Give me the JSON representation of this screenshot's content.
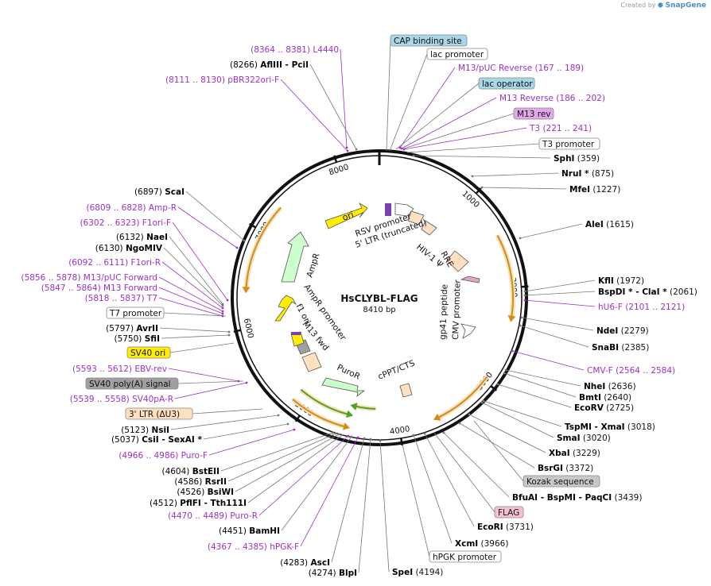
{
  "credit": {
    "prefix": "Created by",
    "brand": "SnapGene"
  },
  "plasmid": {
    "name": "HsCLYBL-FLAG",
    "size_label": "8410 bp",
    "length": 8410
  },
  "colors": {
    "primer": "#9b30c8",
    "site": "#000000",
    "leader": "#555555",
    "ori": "#ffee00",
    "marker": "#ccffcc",
    "promoter": "#ffffff",
    "ltr": "#ffe0c0",
    "misc_grey": "#a0a0a0",
    "protein_bind": "#a8d8e8",
    "primer_bind": "#e0a8e8",
    "flag": "#f5c0d0",
    "kozak": "#c8c8c8",
    "orange_arrow": "#d68a1a",
    "green_arrow": "#55a020"
  },
  "ticks": [
    "1000",
    "2000",
    "3000",
    "4000",
    "5000",
    "6000",
    "7000",
    "8000"
  ],
  "features": [
    {
      "id": "ori",
      "label": "ori",
      "type": "ori"
    },
    {
      "id": "rsv",
      "label": "RSV promoter",
      "type": "promoter"
    },
    {
      "id": "ltr5",
      "label": "5' LTR (truncated)",
      "type": "ltr"
    },
    {
      "id": "hiv",
      "label": "HIV-1 Ψ",
      "type": "misc"
    },
    {
      "id": "rre",
      "label": "RRE",
      "type": "ltr"
    },
    {
      "id": "gp41",
      "label": "gp41 peptide",
      "type": "misc"
    },
    {
      "id": "cmv",
      "label": "CMV promoter",
      "type": "promoter"
    },
    {
      "id": "cppt",
      "label": "cPPT/CTS",
      "type": "ltr"
    },
    {
      "id": "puro",
      "label": "PuroR",
      "type": "marker"
    },
    {
      "id": "m13fwd",
      "label": "M13 fwd",
      "type": "primer_bind"
    },
    {
      "id": "f1ori",
      "label": "f1 ori",
      "type": "ori"
    },
    {
      "id": "amprp",
      "label": "AmpR promoter",
      "type": "promoter"
    },
    {
      "id": "ampr",
      "label": "AmpR",
      "type": "marker"
    }
  ],
  "labels": [
    {
      "id": "L4440",
      "pos": "(8364 .. 8381)",
      "name": "L4440",
      "kind": "primer"
    },
    {
      "id": "PciI",
      "pos": "(8266)",
      "name": "AflIII  -  PciI",
      "kind": "site"
    },
    {
      "id": "pBR",
      "pos": "(8111 .. 8130)",
      "name": "pBR322ori-F",
      "kind": "primer"
    },
    {
      "id": "ScaI",
      "pos": "(6897)",
      "name": "ScaI",
      "kind": "site"
    },
    {
      "id": "AmpR-p",
      "pos": "(6809 .. 6828)",
      "name": "Amp-R",
      "kind": "primer"
    },
    {
      "id": "F1oriF",
      "pos": "(6302 .. 6323)",
      "name": "F1ori-F",
      "kind": "primer"
    },
    {
      "id": "NaeI",
      "pos": "(6132)",
      "name": "NaeI",
      "kind": "site"
    },
    {
      "id": "NgoMIV",
      "pos": "(6130)",
      "name": "NgoMIV",
      "kind": "site"
    },
    {
      "id": "F1oriR",
      "pos": "(6092 .. 6111)",
      "name": "F1ori-R",
      "kind": "primer"
    },
    {
      "id": "M13pUCF",
      "pos": "(5856 .. 5878)",
      "name": "M13/pUC Forward",
      "kind": "primer"
    },
    {
      "id": "M13F",
      "pos": "(5847 .. 5864)",
      "name": "M13 Forward",
      "kind": "primer"
    },
    {
      "id": "T7",
      "pos": "(5818 .. 5837)",
      "name": "T7",
      "kind": "primer"
    },
    {
      "id": "AvrII",
      "pos": "(5797)",
      "name": "AvrII",
      "kind": "site"
    },
    {
      "id": "SfiI",
      "pos": "(5750)",
      "name": "SfiI",
      "kind": "site"
    },
    {
      "id": "EBVrev",
      "pos": "(5593 .. 5612)",
      "name": "EBV-rev",
      "kind": "primer"
    },
    {
      "id": "SV40pAR",
      "pos": "(5539 .. 5558)",
      "name": "SV40pA-R",
      "kind": "primer"
    },
    {
      "id": "NsiI",
      "pos": "(5123)",
      "name": "NsiI",
      "kind": "site"
    },
    {
      "id": "CsiI",
      "pos": "(5037)",
      "name": "CsiI  -  SexAI *",
      "kind": "site"
    },
    {
      "id": "PuroF",
      "pos": "(4966 .. 4986)",
      "name": "Puro-F",
      "kind": "primer"
    },
    {
      "id": "BstEII",
      "pos": "(4604)",
      "name": "BstEII",
      "kind": "site"
    },
    {
      "id": "RsrII",
      "pos": "(4586)",
      "name": "RsrII",
      "kind": "site"
    },
    {
      "id": "BsiWI",
      "pos": "(4526)",
      "name": "BsiWI",
      "kind": "site"
    },
    {
      "id": "PflFI",
      "pos": "(4512)",
      "name": "PflFI  -  Tth111I",
      "kind": "site"
    },
    {
      "id": "PuroR",
      "pos": "(4470 .. 4489)",
      "name": "Puro-R",
      "kind": "primer"
    },
    {
      "id": "BamHI",
      "pos": "(4451)",
      "name": "BamHI",
      "kind": "site"
    },
    {
      "id": "hPGKF",
      "pos": "(4367 .. 4385)",
      "name": "hPGK-F",
      "kind": "primer"
    },
    {
      "id": "AscI",
      "pos": "(4283)",
      "name": "AscI",
      "kind": "site"
    },
    {
      "id": "BlpI",
      "pos": "(4274)",
      "name": "BlpI",
      "kind": "site"
    },
    {
      "id": "SpeI",
      "name": "SpeI",
      "pos": "(4194)",
      "kind": "site"
    },
    {
      "id": "XcmI",
      "name": "XcmI",
      "pos": "(3966)",
      "kind": "site"
    },
    {
      "id": "EcoRI",
      "name": "EcoRI",
      "pos": "(3731)",
      "kind": "site"
    },
    {
      "id": "BfuAI",
      "name": "BfuAI  -  BspMI  -  PaqCI",
      "pos": "(3439)",
      "kind": "site"
    },
    {
      "id": "BsrGI",
      "name": "BsrGI",
      "pos": "(3372)",
      "kind": "site"
    },
    {
      "id": "XbaI",
      "name": "XbaI",
      "pos": "(3229)",
      "kind": "site"
    },
    {
      "id": "SmaI",
      "name": "SmaI",
      "pos": "(3020)",
      "kind": "site"
    },
    {
      "id": "TspMI",
      "name": "TspMI  -  XmaI",
      "pos": "(3018)",
      "kind": "site"
    },
    {
      "id": "EcoRV",
      "name": "EcoRV",
      "pos": "(2725)",
      "kind": "site"
    },
    {
      "id": "BmtI",
      "name": "BmtI",
      "pos": "(2640)",
      "kind": "site"
    },
    {
      "id": "NheI",
      "name": "NheI",
      "pos": "(2636)",
      "kind": "site"
    },
    {
      "id": "CMVF",
      "name": "CMV-F",
      "pos": "(2564 .. 2584)",
      "kind": "primer"
    },
    {
      "id": "SnaBI",
      "name": "SnaBI",
      "pos": "(2385)",
      "kind": "site"
    },
    {
      "id": "NdeI",
      "name": "NdeI",
      "pos": "(2279)",
      "kind": "site"
    },
    {
      "id": "hU6F",
      "name": "hU6-F",
      "pos": "(2101 .. 2121)",
      "kind": "primer"
    },
    {
      "id": "BspDI",
      "name": "BspDI *  -  ClaI *",
      "pos": "(2061)",
      "kind": "site"
    },
    {
      "id": "KflI",
      "name": "KflI",
      "pos": "(1972)",
      "kind": "site"
    },
    {
      "id": "AleI",
      "name": "AleI",
      "pos": "(1615)",
      "kind": "site"
    },
    {
      "id": "MfeI",
      "name": "MfeI",
      "pos": "(1227)",
      "kind": "site"
    },
    {
      "id": "NruI",
      "name": "NruI *",
      "pos": "(875)",
      "kind": "site"
    },
    {
      "id": "SphI",
      "name": "SphI",
      "pos": "(359)",
      "kind": "site"
    },
    {
      "id": "T3",
      "name": "T3",
      "pos": "(221 .. 241)",
      "kind": "primer"
    },
    {
      "id": "M13Rev",
      "name": "M13 Reverse",
      "pos": "(186 .. 202)",
      "kind": "primer"
    },
    {
      "id": "M13pUCR",
      "name": "M13/pUC Reverse",
      "pos": "(167 .. 189)",
      "kind": "primer"
    }
  ],
  "boxes": [
    {
      "id": "cap",
      "text": "CAP binding site",
      "kind": "protein_bind"
    },
    {
      "id": "lacp",
      "text": "lac promoter",
      "kind": "promoter"
    },
    {
      "id": "lacop",
      "text": "lac operator",
      "kind": "protein_bind"
    },
    {
      "id": "m13rev",
      "text": "M13 rev",
      "kind": "primer_bind"
    },
    {
      "id": "t3p",
      "text": "T3 promoter",
      "kind": "promoter"
    },
    {
      "id": "t7p",
      "text": "T7 promoter",
      "kind": "promoter"
    },
    {
      "id": "sv40ori",
      "text": "SV40 ori",
      "kind": "ori"
    },
    {
      "id": "sv40pa",
      "text": "SV40 poly(A) signal",
      "kind": "misc_grey"
    },
    {
      "id": "ltr3",
      "text": "3' LTR (ΔU3)",
      "kind": "ltr"
    },
    {
      "id": "kozak",
      "text": "Kozak sequence",
      "kind": "kozak"
    },
    {
      "id": "flag",
      "text": "FLAG",
      "kind": "flag"
    },
    {
      "id": "hpgk",
      "text": "hPGK promoter",
      "kind": "promoter"
    }
  ]
}
